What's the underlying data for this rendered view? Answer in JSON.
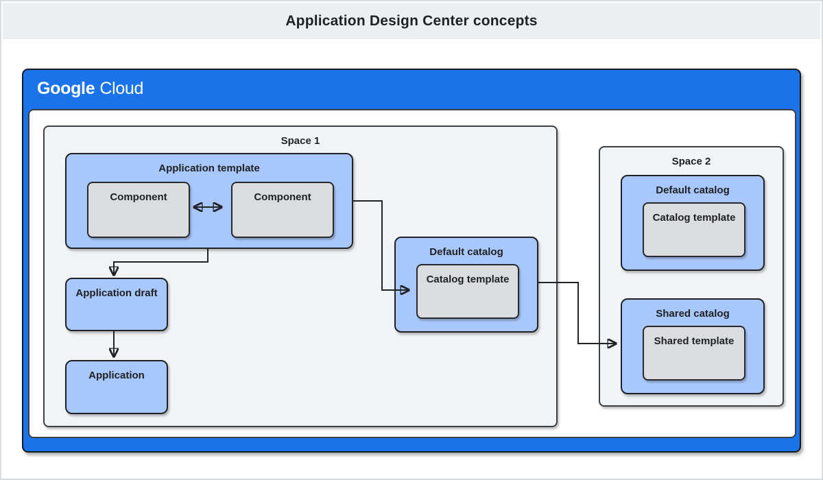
{
  "title": "Application Design Center concepts",
  "brand": {
    "google": "Google",
    "cloud": "Cloud"
  },
  "colors": {
    "frame_blue": "#1a73e8",
    "box_blue": "#a8c7fa",
    "box_gray": "#dadce0",
    "panel_gray": "#f1f3f4",
    "titlebar_gray": "#eceff1",
    "line_dark": "#212327"
  },
  "space1": {
    "label": "Space 1",
    "application_template": {
      "label": "Application template",
      "components": [
        "Component",
        "Component"
      ]
    },
    "application_draft": "Application draft",
    "application": "Application",
    "default_catalog": {
      "label": "Default catalog",
      "template": "Catalog template"
    }
  },
  "space2": {
    "label": "Space 2",
    "default_catalog": {
      "label": "Default catalog",
      "template": "Catalog template"
    },
    "shared_catalog": {
      "label": "Shared catalog",
      "template": "Shared template"
    }
  }
}
